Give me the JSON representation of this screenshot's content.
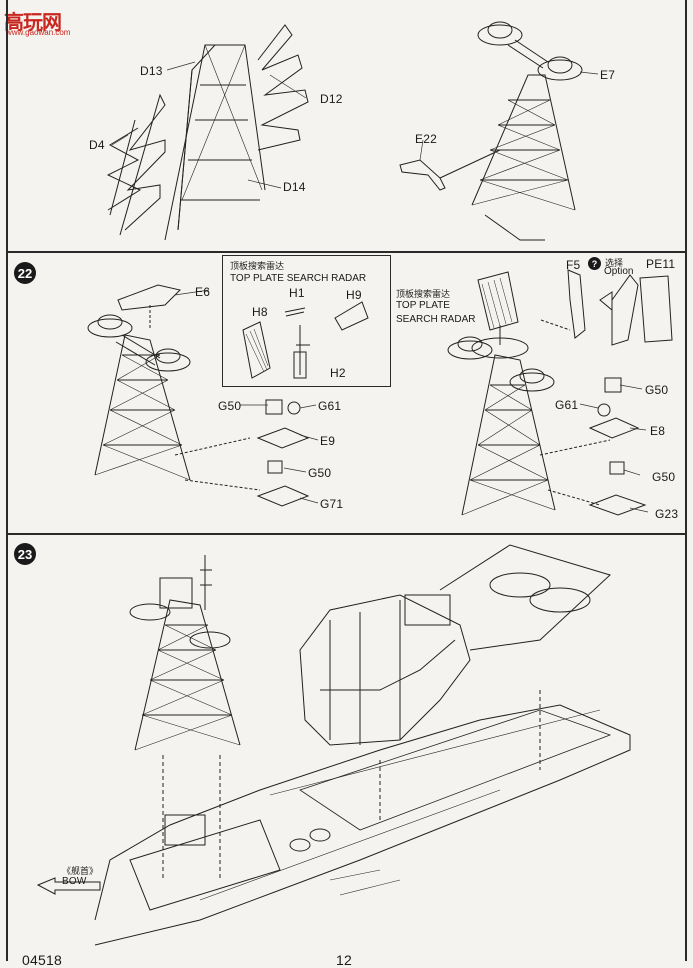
{
  "watermark": {
    "brand": "高玩网",
    "url": "www.gaowan.com"
  },
  "panel_top": {
    "parts": {
      "d13": "D13",
      "d12": "D12",
      "d4": "D4",
      "d14": "D14",
      "e22": "E22",
      "e7": "E7"
    }
  },
  "step22": {
    "number": "22",
    "left_parts": {
      "e6": "E6",
      "g50a": "G50",
      "g61": "G61",
      "e9": "E9",
      "g50b": "G50",
      "g71": "G71"
    },
    "inset": {
      "cn_title": "顶板搜索雷达",
      "title": "TOP PLATE SEARCH RADAR",
      "h1": "H1",
      "h9": "H9",
      "h8": "H8",
      "h2": "H2"
    },
    "right": {
      "cn_title": "顶板搜索雷达",
      "title_l1": "TOP PLATE",
      "title_l2": "SEARCH RADAR",
      "f5": "F5",
      "option_cn": "选择",
      "option": "Option",
      "pe11": "PE11",
      "g50a": "G50",
      "g61": "G61",
      "e8": "E8",
      "g50b": "G50",
      "g23": "G23"
    }
  },
  "step23": {
    "number": "23",
    "bow_cn": "《舰首》",
    "bow": "BOW"
  },
  "footer": {
    "code": "04518",
    "page": "12"
  }
}
